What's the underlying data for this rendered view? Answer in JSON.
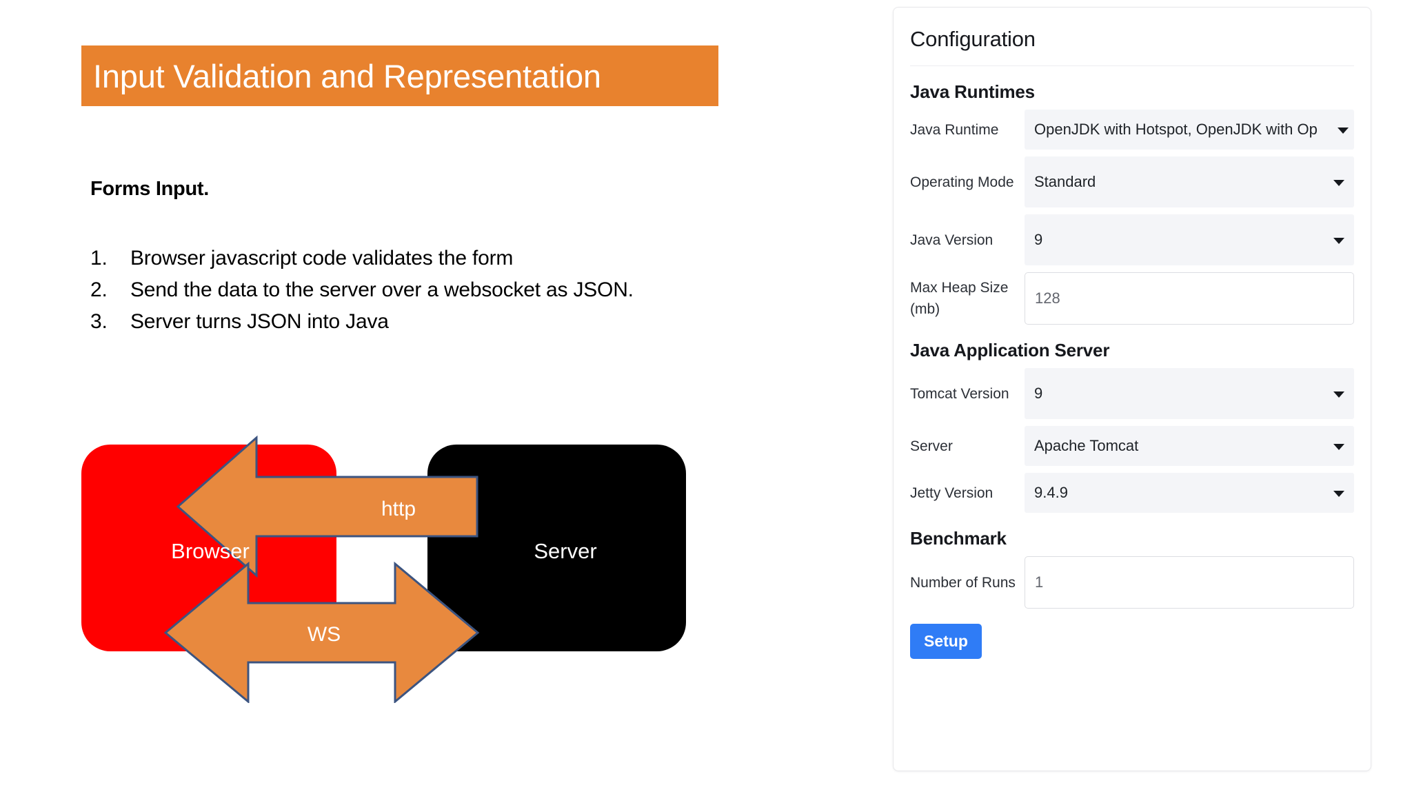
{
  "slide": {
    "title": "Input Validation and Representation",
    "title_banner_color": "#E8822E",
    "subheading": "Forms Input.",
    "steps": [
      {
        "num": "1.",
        "text": "Browser javascript code validates the form"
      },
      {
        "num": "2.",
        "text": "Send the data to the server over a websocket as JSON."
      },
      {
        "num": "3.",
        "text": "Server turns JSON into Java"
      }
    ],
    "diagram": {
      "client_box_label": "Browser",
      "client_box_color": "#FF0000",
      "server_box_label": "Server",
      "server_box_color": "#000000",
      "arrow_color": "#E8893E",
      "arrow_outline_color": "#3C5480",
      "arrow_top_label": "http",
      "arrow_bottom_label": "WS"
    }
  },
  "config": {
    "title": "Configuration",
    "sections": [
      {
        "heading": "Java Runtimes",
        "fields": [
          {
            "label": "Java Runtime",
            "value": "OpenJDK with Hotspot, OpenJDK with Op",
            "type": "select"
          },
          {
            "label": "Operating Mode",
            "value": "Standard",
            "type": "select"
          },
          {
            "label": "Java Version",
            "value": "9",
            "type": "select"
          },
          {
            "label": "Max Heap Size (mb)",
            "value": "128",
            "type": "text"
          }
        ]
      },
      {
        "heading": "Java Application Server",
        "fields": [
          {
            "label": "Tomcat Version",
            "value": "9",
            "type": "select"
          },
          {
            "label": "Server",
            "value": "Apache Tomcat",
            "type": "select"
          },
          {
            "label": "Jetty Version",
            "value": "9.4.9",
            "type": "select"
          }
        ]
      },
      {
        "heading": "Benchmark",
        "fields": [
          {
            "label": "Number of Runs",
            "value": "1",
            "type": "text"
          }
        ]
      }
    ],
    "setup_button_label": "Setup",
    "setup_button_color": "#2f7cf6"
  }
}
